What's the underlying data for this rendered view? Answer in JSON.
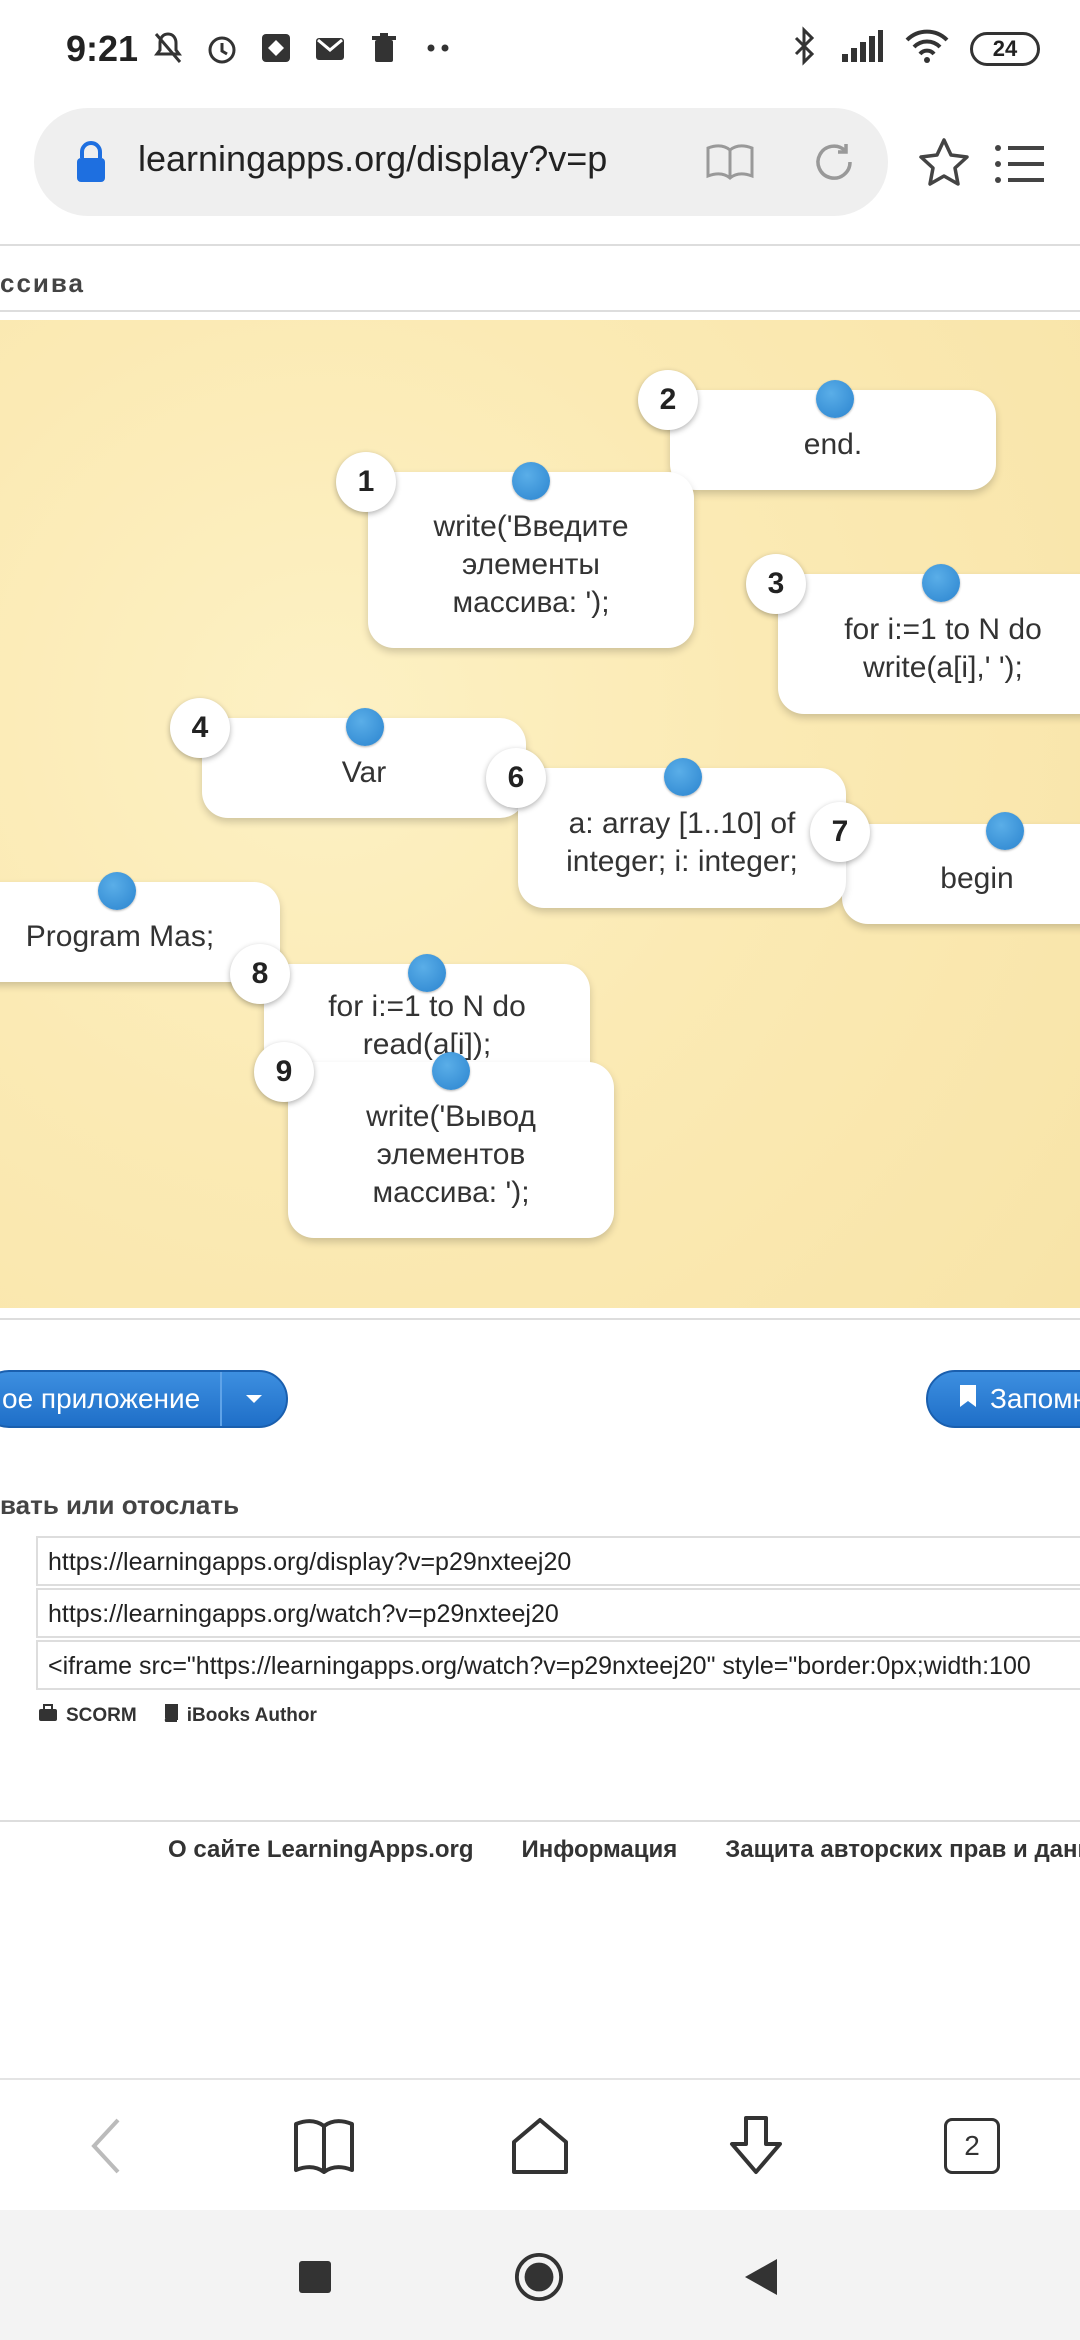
{
  "status_bar": {
    "time": "9:21",
    "battery": "24",
    "left_icons": [
      "mute-icon",
      "alarm-icon",
      "app-icon",
      "mail-icon",
      "trash-icon",
      "more-dots-icon"
    ],
    "right_icons": [
      "bluetooth-icon",
      "signal-icon",
      "wifi-icon"
    ]
  },
  "browser": {
    "url": "learningapps.org/display?v=p"
  },
  "page": {
    "title": "ссива"
  },
  "game": {
    "cards": [
      {
        "number": "1",
        "text": "write('Введите\nэлементы\nмассива: ');"
      },
      {
        "number": "2",
        "text": "end."
      },
      {
        "number": "3",
        "text": "for i:=1 to N do\nwrite(a[i],' ');"
      },
      {
        "number": "4",
        "text": "Var"
      },
      {
        "number": "6",
        "text": "a: array [1..10] of\ninteger; i: integer;"
      },
      {
        "number": "7",
        "text": "begin"
      },
      {
        "number": "",
        "text": "Program Mas;"
      },
      {
        "number": "8",
        "text": "for i:=1 to N do\nread(a[i]);"
      },
      {
        "number": "9",
        "text": "write('Вывод\nэлементов\nмассива: ');"
      }
    ]
  },
  "actions": {
    "new_app_label": "ое приложение",
    "remember_label": "Запомн"
  },
  "share": {
    "title": "вать или отослать",
    "links": [
      "https://learningapps.org/display?v=p29nxteej20",
      "https://learningapps.org/watch?v=p29nxteej20",
      "<iframe src=\"https://learningapps.org/watch?v=p29nxteej20\" style=\"border:0px;width:100"
    ],
    "exports": [
      "SCORM",
      "iBooks Author"
    ]
  },
  "footer": {
    "links": [
      "О сайте LearningApps.org",
      "Информация",
      "Защита авторских прав и данных"
    ]
  },
  "bottom_nav": {
    "tabs_count": "2"
  },
  "colors": {
    "accent": "#2b84cf",
    "game_bg": "#fbeab4"
  }
}
